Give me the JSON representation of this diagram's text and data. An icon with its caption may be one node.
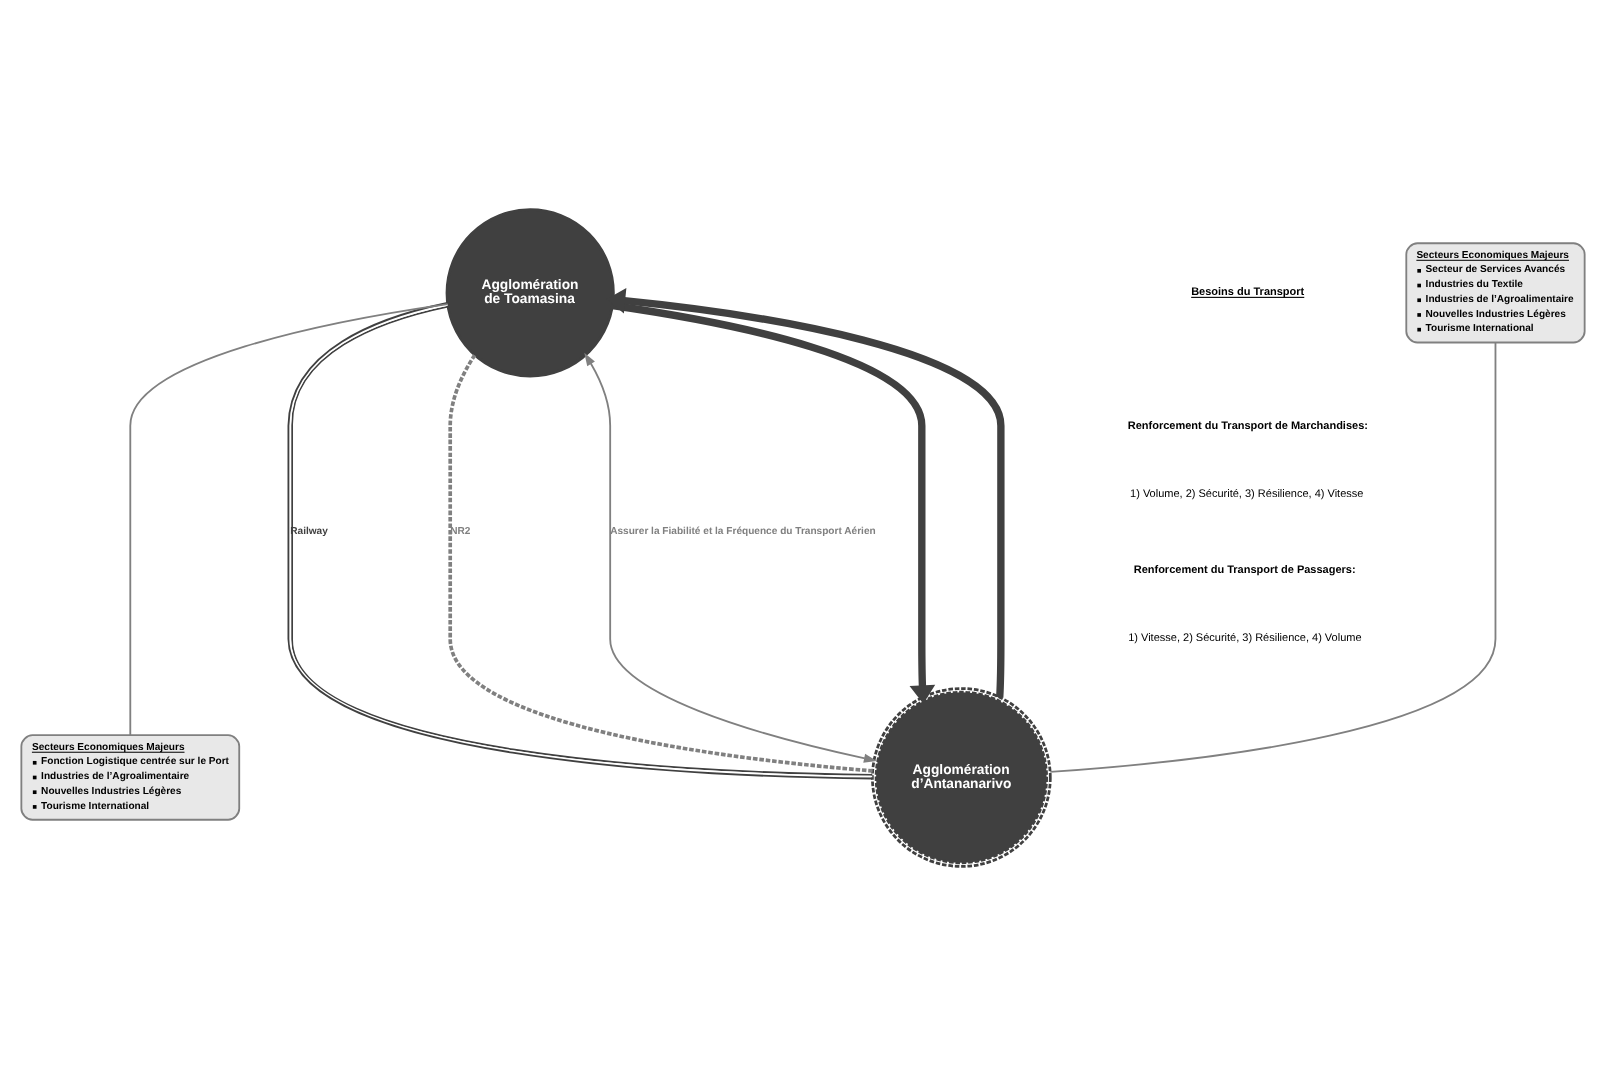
{
  "diagram": {
    "nodes": [
      {
        "text": [
          "Secteurs Economiques Majeurs",
          "Secteur de Services Avancés",
          "Industries du Textile",
          "Industries de l’Agroalimentaire",
          "Nouvelles Industries Légères",
          "Tourisme International"
        ]
      },
      {
        "text": [
          "Agglomération de Toamasina"
        ]
      },
      {
        "text": [
          "Agglomération d’Antananarivo"
        ]
      },
      {
        "text": [
          "Secteurs Economiques Majeurs",
          "Fonction Logistique centrée sur le Port",
          "Industries de l’Agroalimentaire",
          "Nouvelles Industries Légères",
          "Tourisme International"
        ]
      }
    ],
    "edges": [
      {
        "from": 0,
        "to": 2,
        "arrow": "none",
        "color": "#808080"
      },
      {
        "from": 3,
        "to": 1,
        "arrow": "none",
        "color": "#808080"
      },
      {
        "from": 1,
        "to": 2,
        "arrow": "both",
        "label": "Assurer la Fiabilité et la Fréquence du Transport Aérien",
        "color": "#808080"
      },
      {
        "from": 2,
        "to": 1,
        "arrow": "to",
        "style": "thick",
        "color": "#404040"
      },
      {
        "from": 1,
        "to": 2,
        "arrow": "to",
        "style": "thick",
        "color": "#404040"
      },
      {
        "from": 2,
        "to": 1,
        "arrow": "none",
        "label": "Railway",
        "color": "#404040"
      },
      {
        "from": 2,
        "to": 1,
        "arrow": "none",
        "label": "NR2",
        "style": "dashed",
        "color": "#808080"
      }
    ],
    "labels": [
      "Besoins du Transport",
      "Renforcement du Transport de Marchandises:",
      "1) Volume, 2) Sécurité, 3) Résilience, 4) Vitesse",
      "Renforcement du Transport de Passagers:",
      "1) Vitesse, 2) Sécurité, 3) Résilience, 4) Volume"
    ]
  }
}
